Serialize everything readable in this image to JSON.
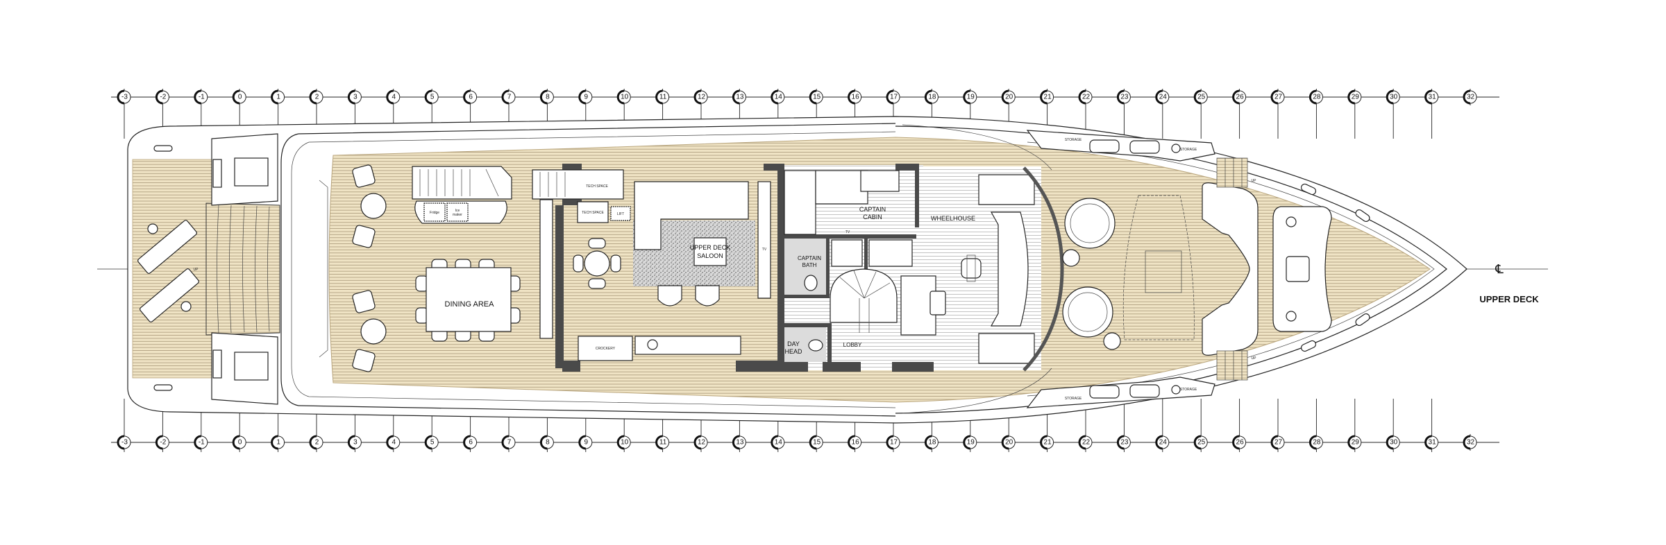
{
  "drawing": {
    "deck_title": "UPPER DECK",
    "centerline_symbol": "℄"
  },
  "frames": {
    "labels": [
      "-3",
      "-2",
      "-1",
      "0",
      "1",
      "2",
      "3",
      "4",
      "5",
      "6",
      "7",
      "8",
      "9",
      "10",
      "11",
      "12",
      "13",
      "14",
      "15",
      "16",
      "17",
      "18",
      "19",
      "20",
      "21",
      "22",
      "23",
      "24",
      "25",
      "26",
      "27",
      "28",
      "29",
      "30",
      "31",
      "32"
    ]
  },
  "rooms": {
    "dining_area": "DINING AREA",
    "saloon_line1": "UPPER DECK",
    "saloon_line2": "SALOON",
    "captain_cabin_line1": "CAPTAIN",
    "captain_cabin_line2": "CABIN",
    "wheelhouse": "WHEELHOUSE",
    "captain_bath_line1": "CAPTAIN",
    "captain_bath_line2": "BATH",
    "day_head_line1": "DAY",
    "day_head_line2": "HEAD",
    "lobby": "LOBBY"
  },
  "small_labels": {
    "fridge": "Fridge",
    "ice_maker_line1": "Ice",
    "ice_maker_line2": "maker",
    "tech_space_upper": "TECH SPACE",
    "tech_space_lower": "TECH SPACE",
    "lift": "LIFT",
    "crockery": "CROCKERY",
    "tv_cabin": "TV",
    "tv_saloon": "TV",
    "storage_top_1": "STORAGE",
    "storage_top_2": "STORAGE",
    "storage_bottom_1": "STORAGE",
    "storage_bottom_2": "STORAGE",
    "up_stern": "UP",
    "up_bow_top": "UP",
    "up_bow_bottom": "UP"
  },
  "colors": {
    "teak": "#efe3c4",
    "teak_line": "#a89878",
    "wall": "#4a4a4a",
    "wet_floor": "#dcdcdc"
  }
}
